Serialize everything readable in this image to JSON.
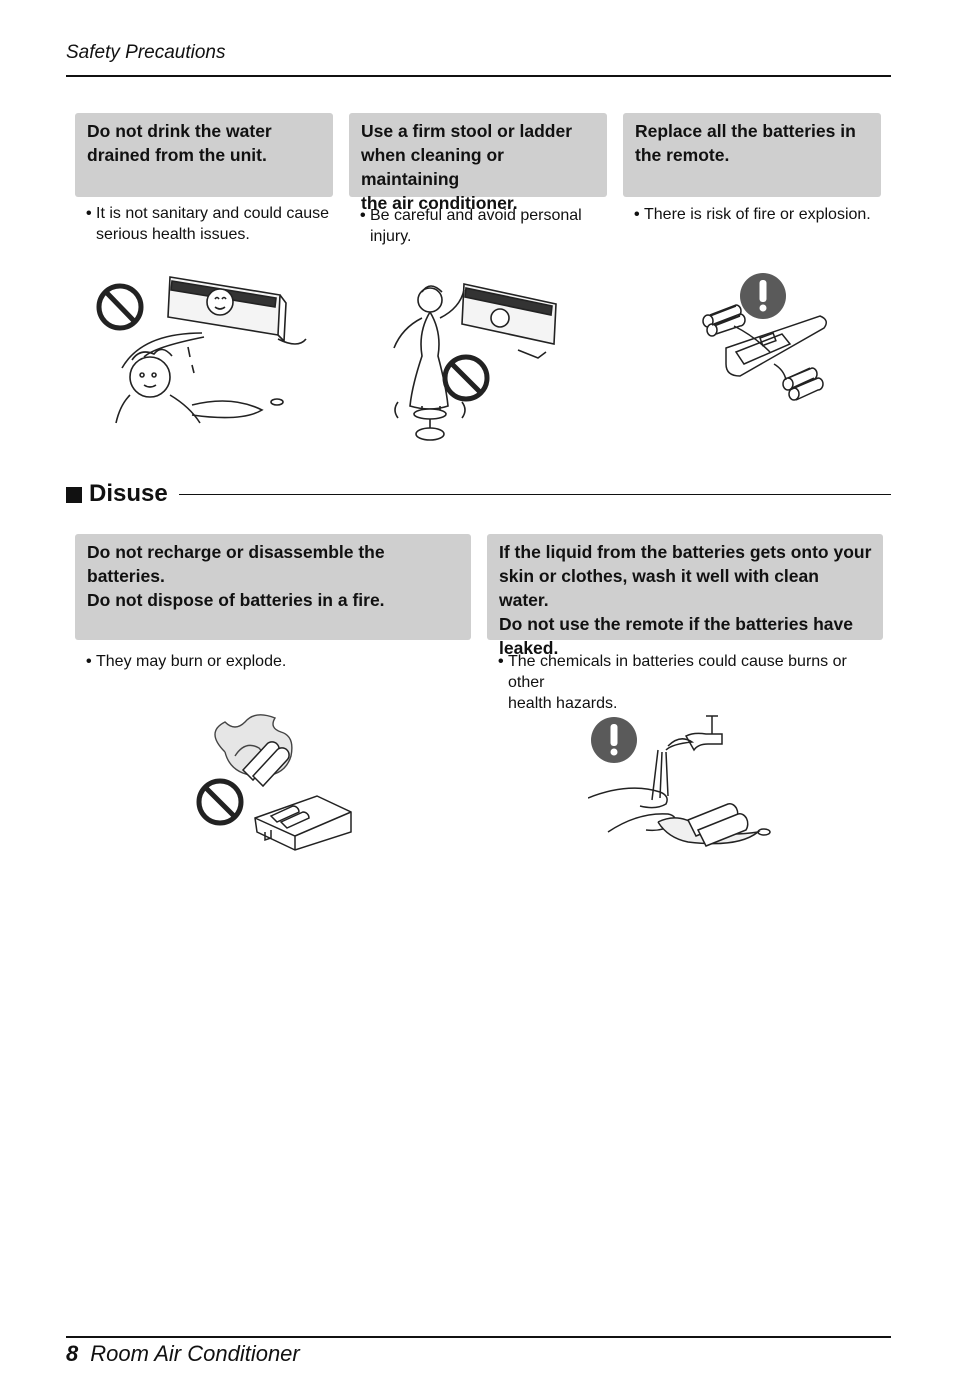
{
  "header": {
    "title": "Safety Precautions"
  },
  "cards_top": [
    {
      "title": "Do not drink the water\ndrained from the unit.",
      "bullet": "It is not sanitary and could cause\nserious health issues."
    },
    {
      "title": "Use a firm stool or ladder\nwhen cleaning or maintaining\nthe air conditioner.",
      "bullet": "Be careful and avoid personal\ninjury."
    },
    {
      "title": "Replace all the batteries in\nthe remote.",
      "bullet": "There is risk of fire or explosion."
    }
  ],
  "section": {
    "title": "Disuse"
  },
  "cards_bottom": [
    {
      "title": "Do not recharge or disassemble the batteries.\nDo not dispose of batteries in a fire.",
      "bullet": "They may burn or explode."
    },
    {
      "title": "If the liquid from the batteries gets onto your\nskin or clothes, wash it well with clean water.\nDo not use the remote if the batteries have\nleaked.",
      "bullet": "The chemicals in batteries could cause burns or other\nhealth hazards."
    }
  ],
  "bullet_glyph": "•",
  "footer": {
    "page_number": "8",
    "title": "Room Air Conditioner"
  }
}
